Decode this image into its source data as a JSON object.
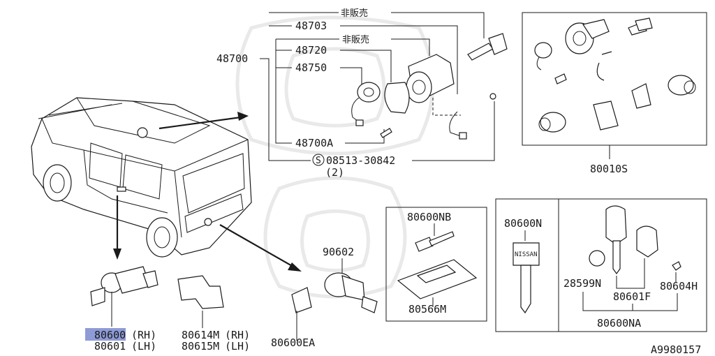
{
  "labels": {
    "non_sale_top": "非販売",
    "non_sale_mid": "非販売",
    "p48703": "48703",
    "p48720": "48720",
    "p48700": "48700",
    "p48750": "48750",
    "p48700A": "48700A",
    "p08513": "08513-30842",
    "p08513_qty": "(2)",
    "s_mark": "S",
    "p80010S": "80010S",
    "p80600NB": "80600NB",
    "p80566M": "80566M",
    "p80600N": "80600N",
    "p28599N": "28599N",
    "p80601F": "80601F",
    "p80604H": "80604H",
    "p80600NA": "80600NA",
    "p90602": "90602",
    "p80600": "80600",
    "p80600_rh": "(RH)",
    "p80601": "80601",
    "p80601_lh": "(LH)",
    "p80614M": "80614M",
    "p80614M_rh": "(RH)",
    "p80615M": "80615M",
    "p80615M_lh": "(LH)",
    "p80600EA": "80600EA",
    "diagram_id": "A9980157",
    "key_brand": "NISSAN"
  },
  "colors": {
    "highlight": "#8e9bd6",
    "ink": "#1a1a1a"
  }
}
